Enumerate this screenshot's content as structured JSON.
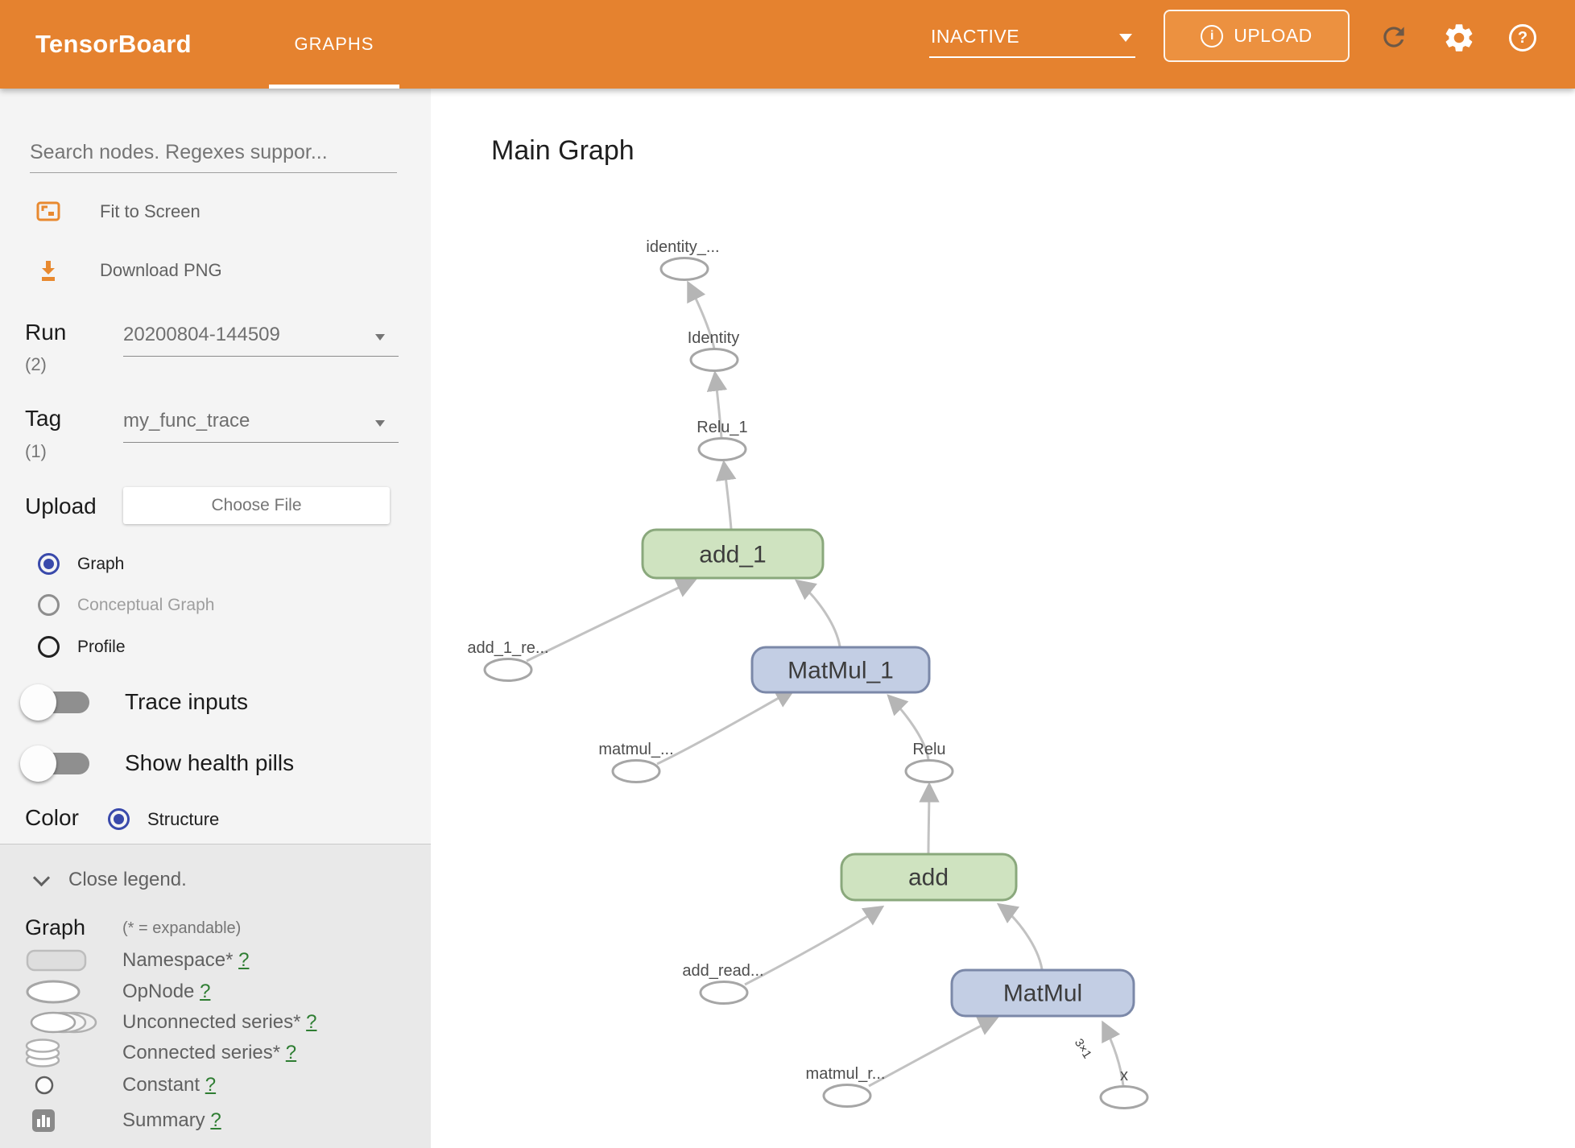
{
  "header": {
    "brand": "TensorBoard",
    "tab": "GRAPHS",
    "status": "INACTIVE",
    "upload_label": "UPLOAD",
    "icons": {
      "info": "i",
      "help": "?"
    }
  },
  "sidebar": {
    "search_placeholder": "Search nodes. Regexes suppor...",
    "fit_to_screen": "Fit to Screen",
    "download_png": "Download PNG",
    "run": {
      "label": "Run",
      "count": "(2)",
      "value": "20200804-144509"
    },
    "tag": {
      "label": "Tag",
      "count": "(1)",
      "value": "my_func_trace"
    },
    "upload": {
      "label": "Upload",
      "button": "Choose File"
    },
    "graph_type": {
      "options": [
        {
          "label": "Graph",
          "selected": true
        },
        {
          "label": "Conceptual Graph",
          "selected": false
        },
        {
          "label": "Profile",
          "selected": false
        }
      ]
    },
    "toggles": [
      {
        "label": "Trace inputs",
        "on": false
      },
      {
        "label": "Show health pills",
        "on": false
      }
    ],
    "color": {
      "label": "Color",
      "option": "Structure"
    },
    "legend": {
      "close": "Close legend.",
      "title": "Graph",
      "note": "(* = expandable)",
      "items": [
        {
          "icon": "namespace-swatch",
          "label": "Namespace*",
          "help": "?"
        },
        {
          "icon": "opnode-swatch",
          "label": "OpNode",
          "help": "?"
        },
        {
          "icon": "unconnected-series-swatch",
          "label": "Unconnected series*",
          "help": "?"
        },
        {
          "icon": "connected-series-swatch",
          "label": "Connected series*",
          "help": "?"
        },
        {
          "icon": "constant-swatch",
          "label": "Constant",
          "help": "?"
        },
        {
          "icon": "summary-swatch",
          "label": "Summary",
          "help": "?"
        }
      ]
    }
  },
  "main": {
    "title": "Main Graph"
  },
  "graph": {
    "nodes": [
      {
        "id": "identity_out",
        "label": "identity_...",
        "type": "ellipse"
      },
      {
        "id": "Identity",
        "label": "Identity",
        "type": "ellipse"
      },
      {
        "id": "Relu_1",
        "label": "Relu_1",
        "type": "ellipse"
      },
      {
        "id": "add_1",
        "label": "add_1",
        "type": "rect-green"
      },
      {
        "id": "add_1_re",
        "label": "add_1_re...",
        "type": "ellipse"
      },
      {
        "id": "MatMul_1",
        "label": "MatMul_1",
        "type": "rect-blue"
      },
      {
        "id": "matmul_",
        "label": "matmul_...",
        "type": "ellipse"
      },
      {
        "id": "Relu",
        "label": "Relu",
        "type": "ellipse"
      },
      {
        "id": "add",
        "label": "add",
        "type": "rect-green"
      },
      {
        "id": "add_read",
        "label": "add_read...",
        "type": "ellipse"
      },
      {
        "id": "MatMul",
        "label": "MatMul",
        "type": "rect-blue"
      },
      {
        "id": "matmul_r",
        "label": "matmul_r...",
        "type": "ellipse"
      },
      {
        "id": "x",
        "label": "x",
        "type": "ellipse"
      }
    ],
    "edges": [
      {
        "from": "Identity",
        "to": "identity_...",
        "label": ""
      },
      {
        "from": "Relu_1",
        "to": "Identity",
        "label": ""
      },
      {
        "from": "add_1",
        "to": "Relu_1",
        "label": ""
      },
      {
        "from": "add_1_re...",
        "to": "add_1",
        "label": ""
      },
      {
        "from": "MatMul_1",
        "to": "add_1",
        "label": ""
      },
      {
        "from": "matmul_...",
        "to": "MatMul_1",
        "label": ""
      },
      {
        "from": "Relu",
        "to": "MatMul_1",
        "label": ""
      },
      {
        "from": "add",
        "to": "Relu",
        "label": ""
      },
      {
        "from": "add_read...",
        "to": "add",
        "label": ""
      },
      {
        "from": "MatMul",
        "to": "add",
        "label": ""
      },
      {
        "from": "matmul_r...",
        "to": "MatMul",
        "label": ""
      },
      {
        "from": "x",
        "to": "MatMul",
        "label": "3×1"
      }
    ]
  },
  "colors": {
    "header_orange": "#e5822f",
    "node_green_fill": "#cfe3c0",
    "node_green_border": "#8aa87c",
    "node_blue_fill": "#c3cee4",
    "node_blue_border": "#7b88a8",
    "radio_indigo": "#3949ab",
    "help_link_green": "#2e7d32",
    "icon_orange": "#e8892f"
  }
}
